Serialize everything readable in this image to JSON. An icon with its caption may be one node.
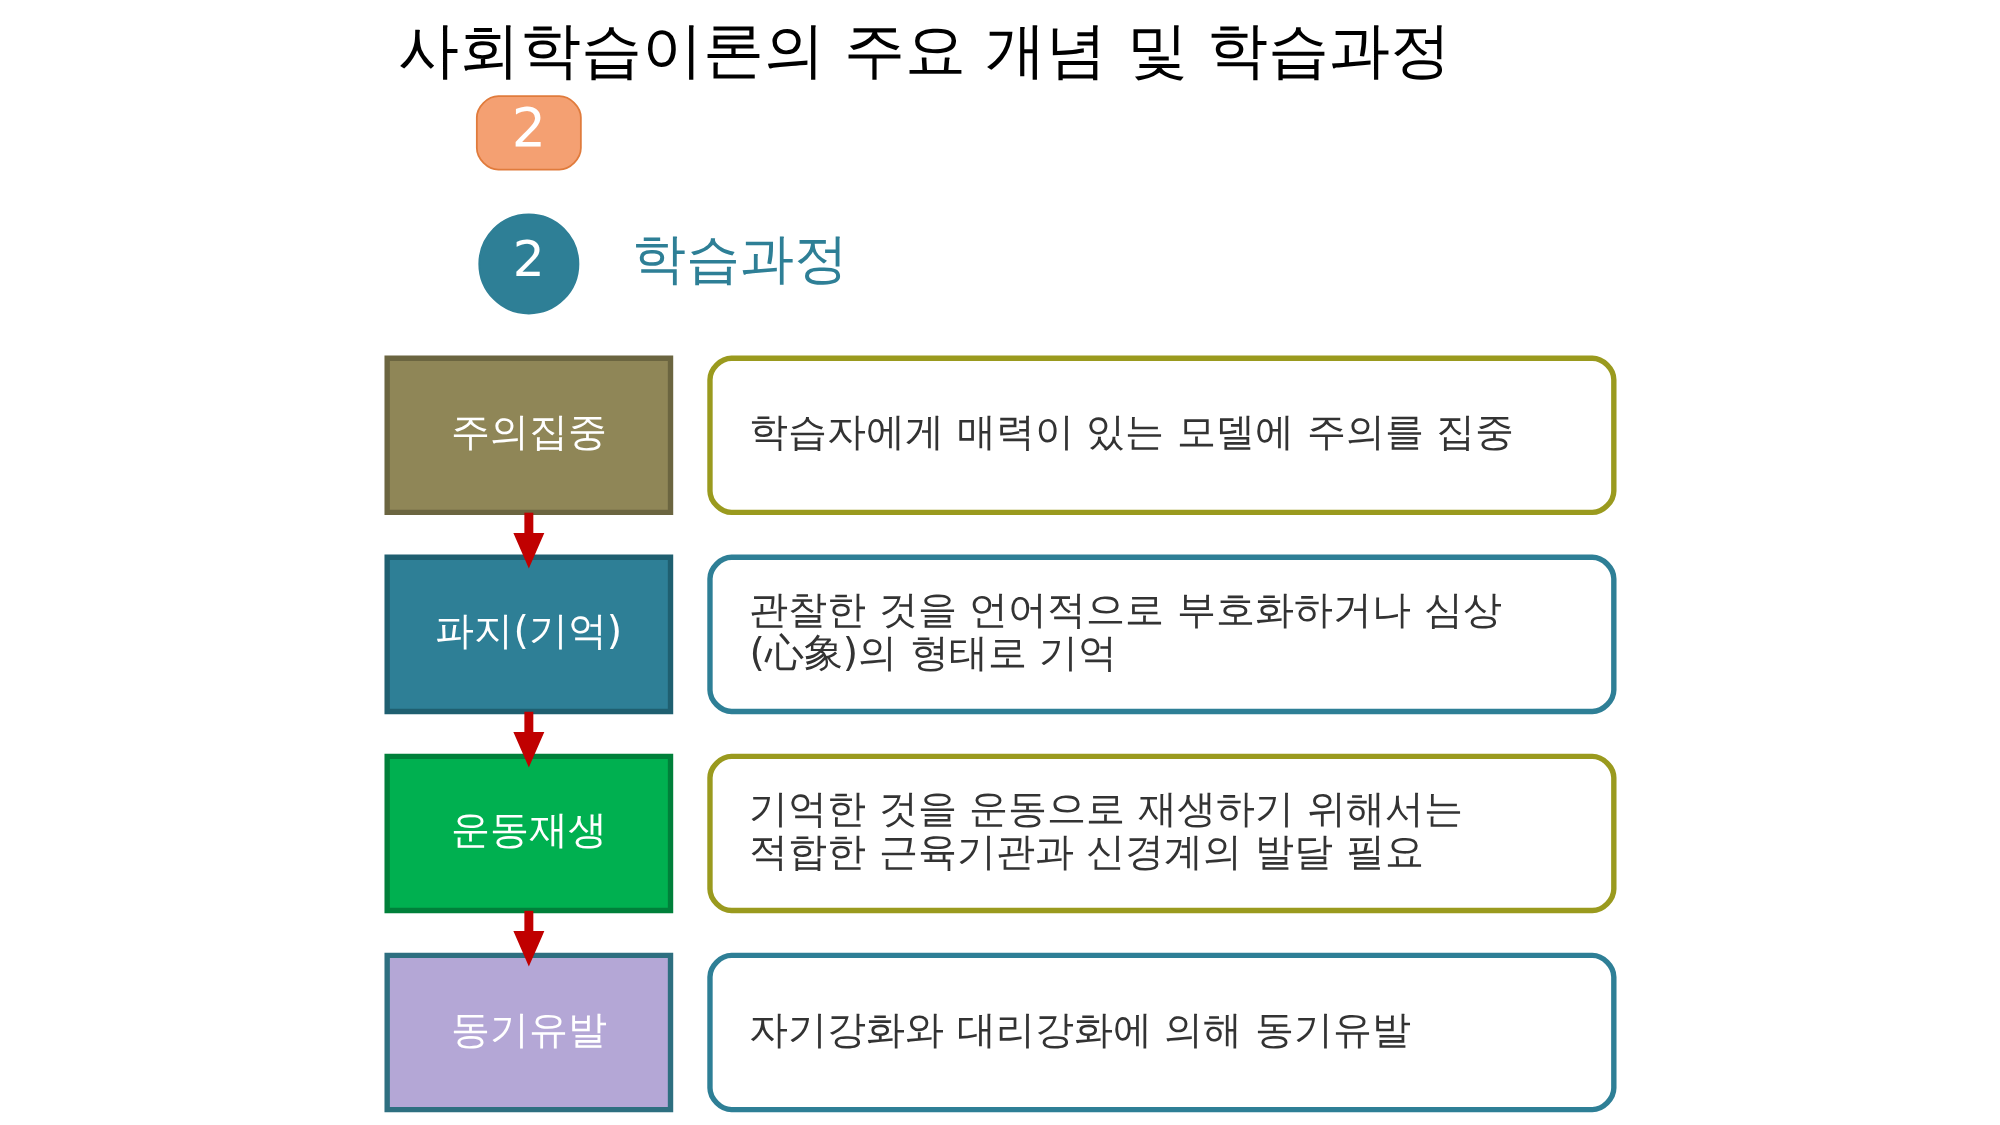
{
  "diagram": {
    "title": "사회학습이론의 주요 개념 및 학습과정",
    "nodes": [
      {
        "text": [
          "2"
        ]
      },
      {
        "text": [
          "2"
        ]
      },
      {
        "text": [
          "주의집중"
        ]
      },
      {
        "text": [
          "파지(기억)"
        ]
      },
      {
        "text": [
          "운동재생"
        ]
      },
      {
        "text": [
          "동기유발"
        ]
      },
      {
        "text": [
          "학습자에게 매력이 있는 모델에 주의를 집중"
        ]
      },
      {
        "text": [
          "관찰한 것을 언어적으로 부호화하거나 심상 (心象)의 형태로 기억"
        ]
      },
      {
        "text": [
          "기억한 것을 운동으로 재생하기 위해서는 적합한 근육기관과 신경계의 발달 필요"
        ]
      },
      {
        "text": [
          "자기강화와 대리강화에 의해 동기유발"
        ]
      }
    ],
    "edges": [
      {
        "from": 2,
        "to": 3,
        "arrow": "to"
      },
      {
        "from": 3,
        "to": 4,
        "arrow": "to"
      },
      {
        "from": 4,
        "to": 5,
        "arrow": "to"
      }
    ],
    "labels": [
      "학습과정"
    ]
  }
}
